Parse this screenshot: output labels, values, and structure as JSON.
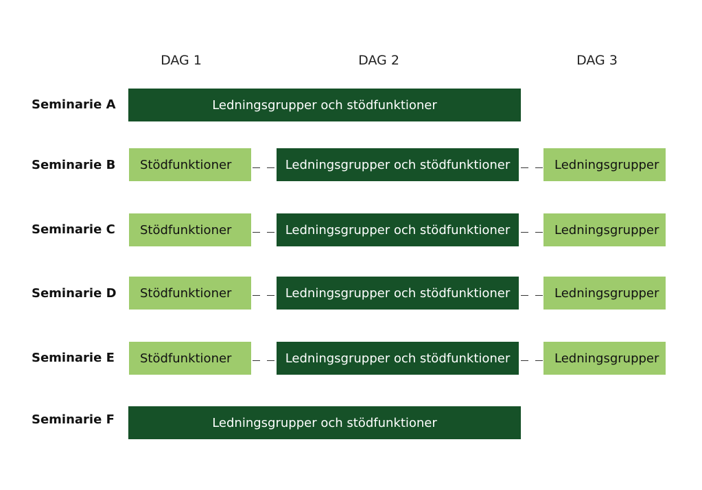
{
  "days": [
    "DAG 1",
    "DAG 2",
    "DAG 3"
  ],
  "seminars": [
    {
      "label": "Seminarie A",
      "kind": "full",
      "full": "Ledningsgrupper och stödfunktioner"
    },
    {
      "label": "Seminarie B",
      "kind": "split",
      "day1": "Stödfunktioner",
      "day2": "Ledningsgrupper och stödfunktioner",
      "day3": "Ledningsgrupper"
    },
    {
      "label": "Seminarie C",
      "kind": "split",
      "day1": "Stödfunktioner",
      "day2": "Ledningsgrupper och stödfunktioner",
      "day3": "Ledningsgrupper"
    },
    {
      "label": "Seminarie D",
      "kind": "split",
      "day1": "Stödfunktioner",
      "day2": "Ledningsgrupper och stödfunktioner",
      "day3": "Ledningsgrupper"
    },
    {
      "label": "Seminarie E",
      "kind": "split",
      "day1": "Stödfunktioner",
      "day2": "Ledningsgrupper och stödfunktioner",
      "day3": "Ledningsgrupper"
    },
    {
      "label": "Seminarie F",
      "kind": "full",
      "full": "Ledningsgrupper och stödfunktioner"
    }
  ],
  "colors": {
    "dark_green": "#165128",
    "light_green": "#9ecb6c"
  }
}
